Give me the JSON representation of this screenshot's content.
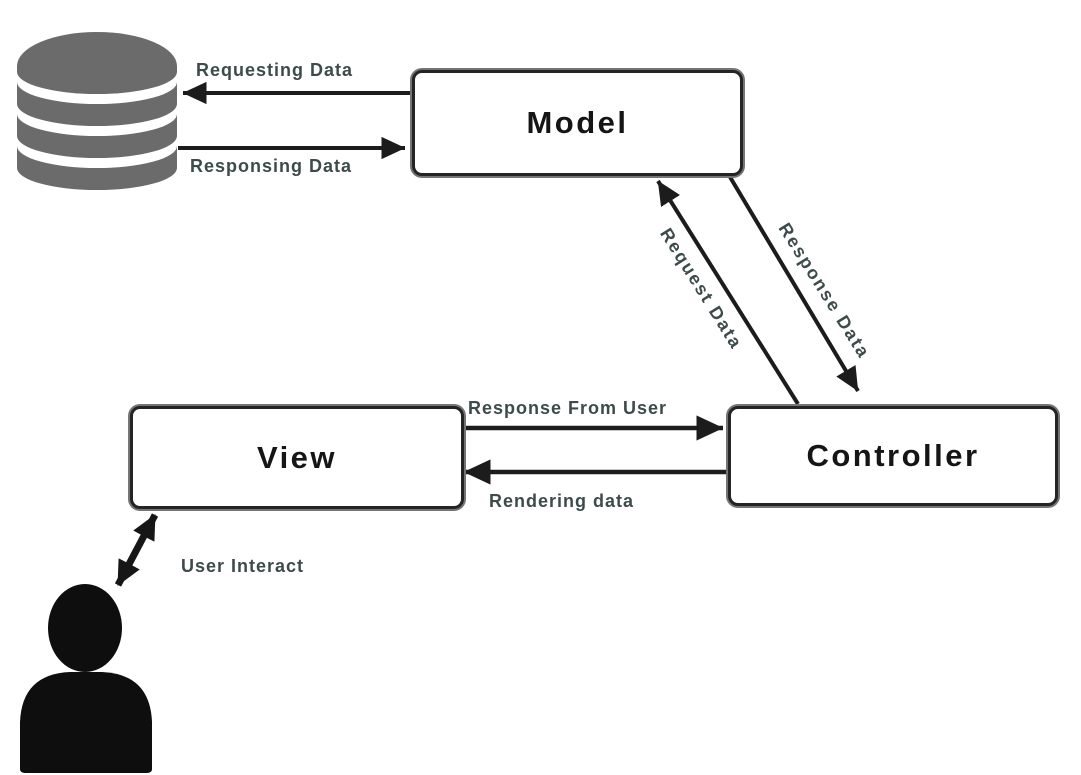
{
  "nodes": {
    "model": {
      "label": "Model"
    },
    "view": {
      "label": "View"
    },
    "controller": {
      "label": "Controller"
    }
  },
  "edges": {
    "requesting_data": {
      "label": "Requesting Data",
      "from": "Model",
      "to": "Database"
    },
    "responsing_data": {
      "label": "Responsing Data",
      "from": "Database",
      "to": "Model"
    },
    "request_data": {
      "label": "Request Data",
      "from": "Controller",
      "to": "Model"
    },
    "response_data": {
      "label": "Response Data",
      "from": "Model",
      "to": "Controller"
    },
    "response_from_user": {
      "label": "Response From User",
      "from": "View",
      "to": "Controller"
    },
    "rendering_data": {
      "label": "Rendering data",
      "from": "Controller",
      "to": "View"
    },
    "user_interact": {
      "label": "User Interact",
      "from": "User",
      "to": "View",
      "bidirectional": true
    }
  },
  "icons": {
    "database": "database-icon",
    "person": "person-icon"
  },
  "colors": {
    "background": "#ffffff",
    "arrow": "#1c1c1c",
    "edge_label": "#3d4b4b",
    "node_border": "#242424",
    "node_fill": "#ffffff",
    "node_text": "#151515",
    "database_gray": "#6b6b6b",
    "person_black": "#0e0e0e"
  }
}
